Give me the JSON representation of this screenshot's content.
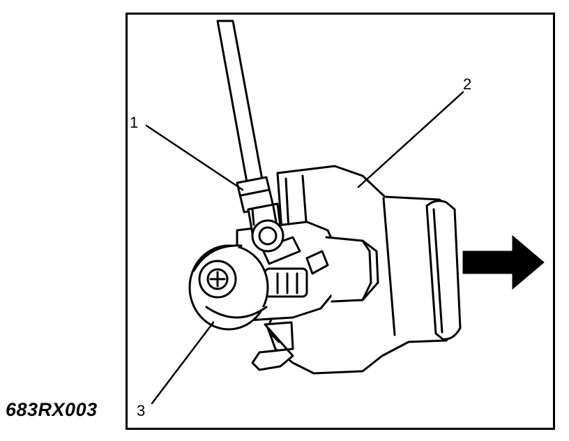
{
  "figure": {
    "id": "683RX003",
    "callouts": [
      {
        "label": "1"
      },
      {
        "label": "2"
      },
      {
        "label": "3"
      }
    ]
  }
}
